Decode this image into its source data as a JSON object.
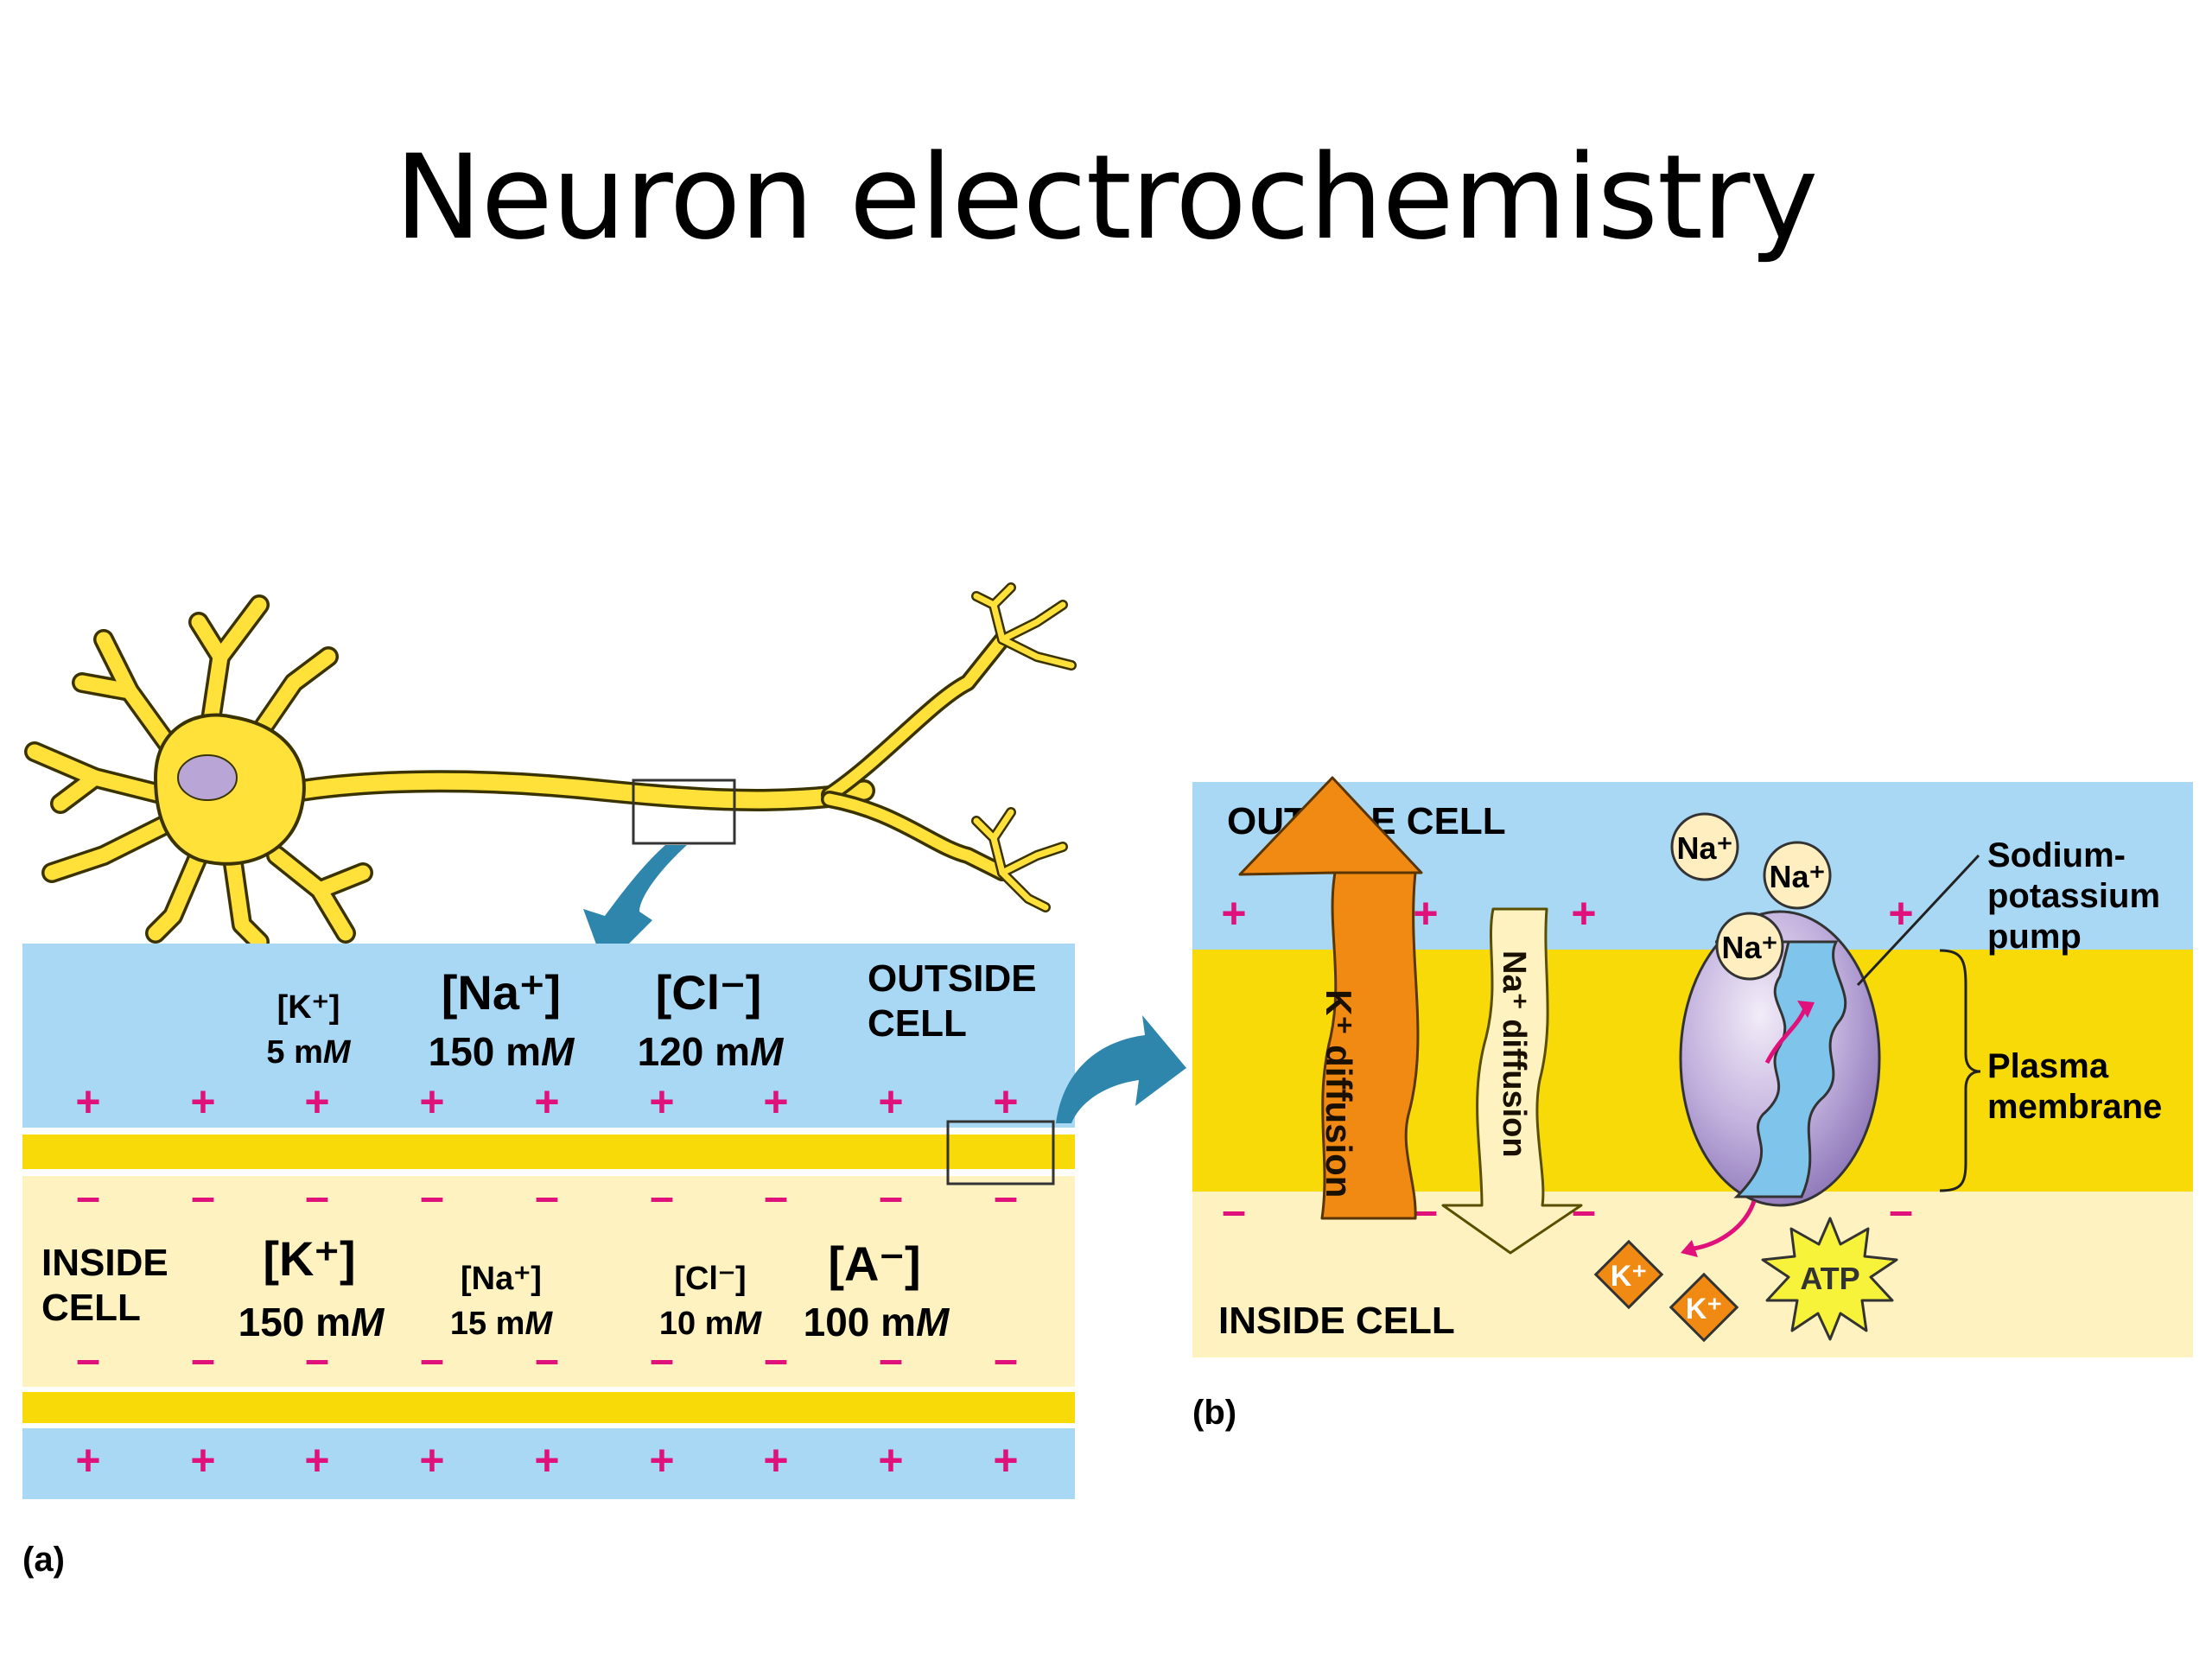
{
  "slide": {
    "title": "Neuron electrochemistry"
  },
  "panel_a": {
    "panel_label": "(a)",
    "outside_cell": [
      "OUTSIDE",
      "CELL"
    ],
    "inside_cell": [
      "INSIDE",
      "CELL"
    ],
    "outside_ions": [
      {
        "ion": "[K⁺]",
        "conc": "5 m",
        "unit": "M"
      },
      {
        "ion": "[Na⁺]",
        "conc": "150 m",
        "unit": "M"
      },
      {
        "ion": "[Cl⁻]",
        "conc": "120 m",
        "unit": "M"
      }
    ],
    "inside_ions": [
      {
        "ion": "[K⁺]",
        "conc": "150 m",
        "unit": "M"
      },
      {
        "ion": "[Na⁺]",
        "conc": "15 m",
        "unit": "M"
      },
      {
        "ion": "[Cl⁻]",
        "conc": "10 m",
        "unit": "M"
      },
      {
        "ion": "[A⁻]",
        "conc": "100 m",
        "unit": "M"
      }
    ]
  },
  "panel_b": {
    "panel_label": "(b)",
    "outside_cell": "OUTSIDE CELL",
    "inside_cell": "INSIDE CELL",
    "k_diffusion": "K⁺ diffusion",
    "na_diffusion": "Na⁺ diffusion",
    "na_ion": "Na⁺",
    "k_ion": "K⁺",
    "atp": "ATP",
    "pump_label": [
      "Sodium-",
      "potassium",
      "pump"
    ],
    "membrane_label": [
      "Plasma",
      "membrane"
    ]
  },
  "charges": {
    "plus": "+",
    "minus": "–"
  },
  "colors": {
    "outside_blue": "#A9D8F5",
    "inside_cream": "#FEF3C0",
    "membrane_yellow": "#F7DA08",
    "neuron_yellow": "#FFE13A",
    "nucleus": "#B9A6D6",
    "charge_magenta": "#E0117A",
    "arrow_blue": "#2E86AD",
    "k_orange": "#F08A12",
    "pump_purple": "#B9A6D8"
  }
}
